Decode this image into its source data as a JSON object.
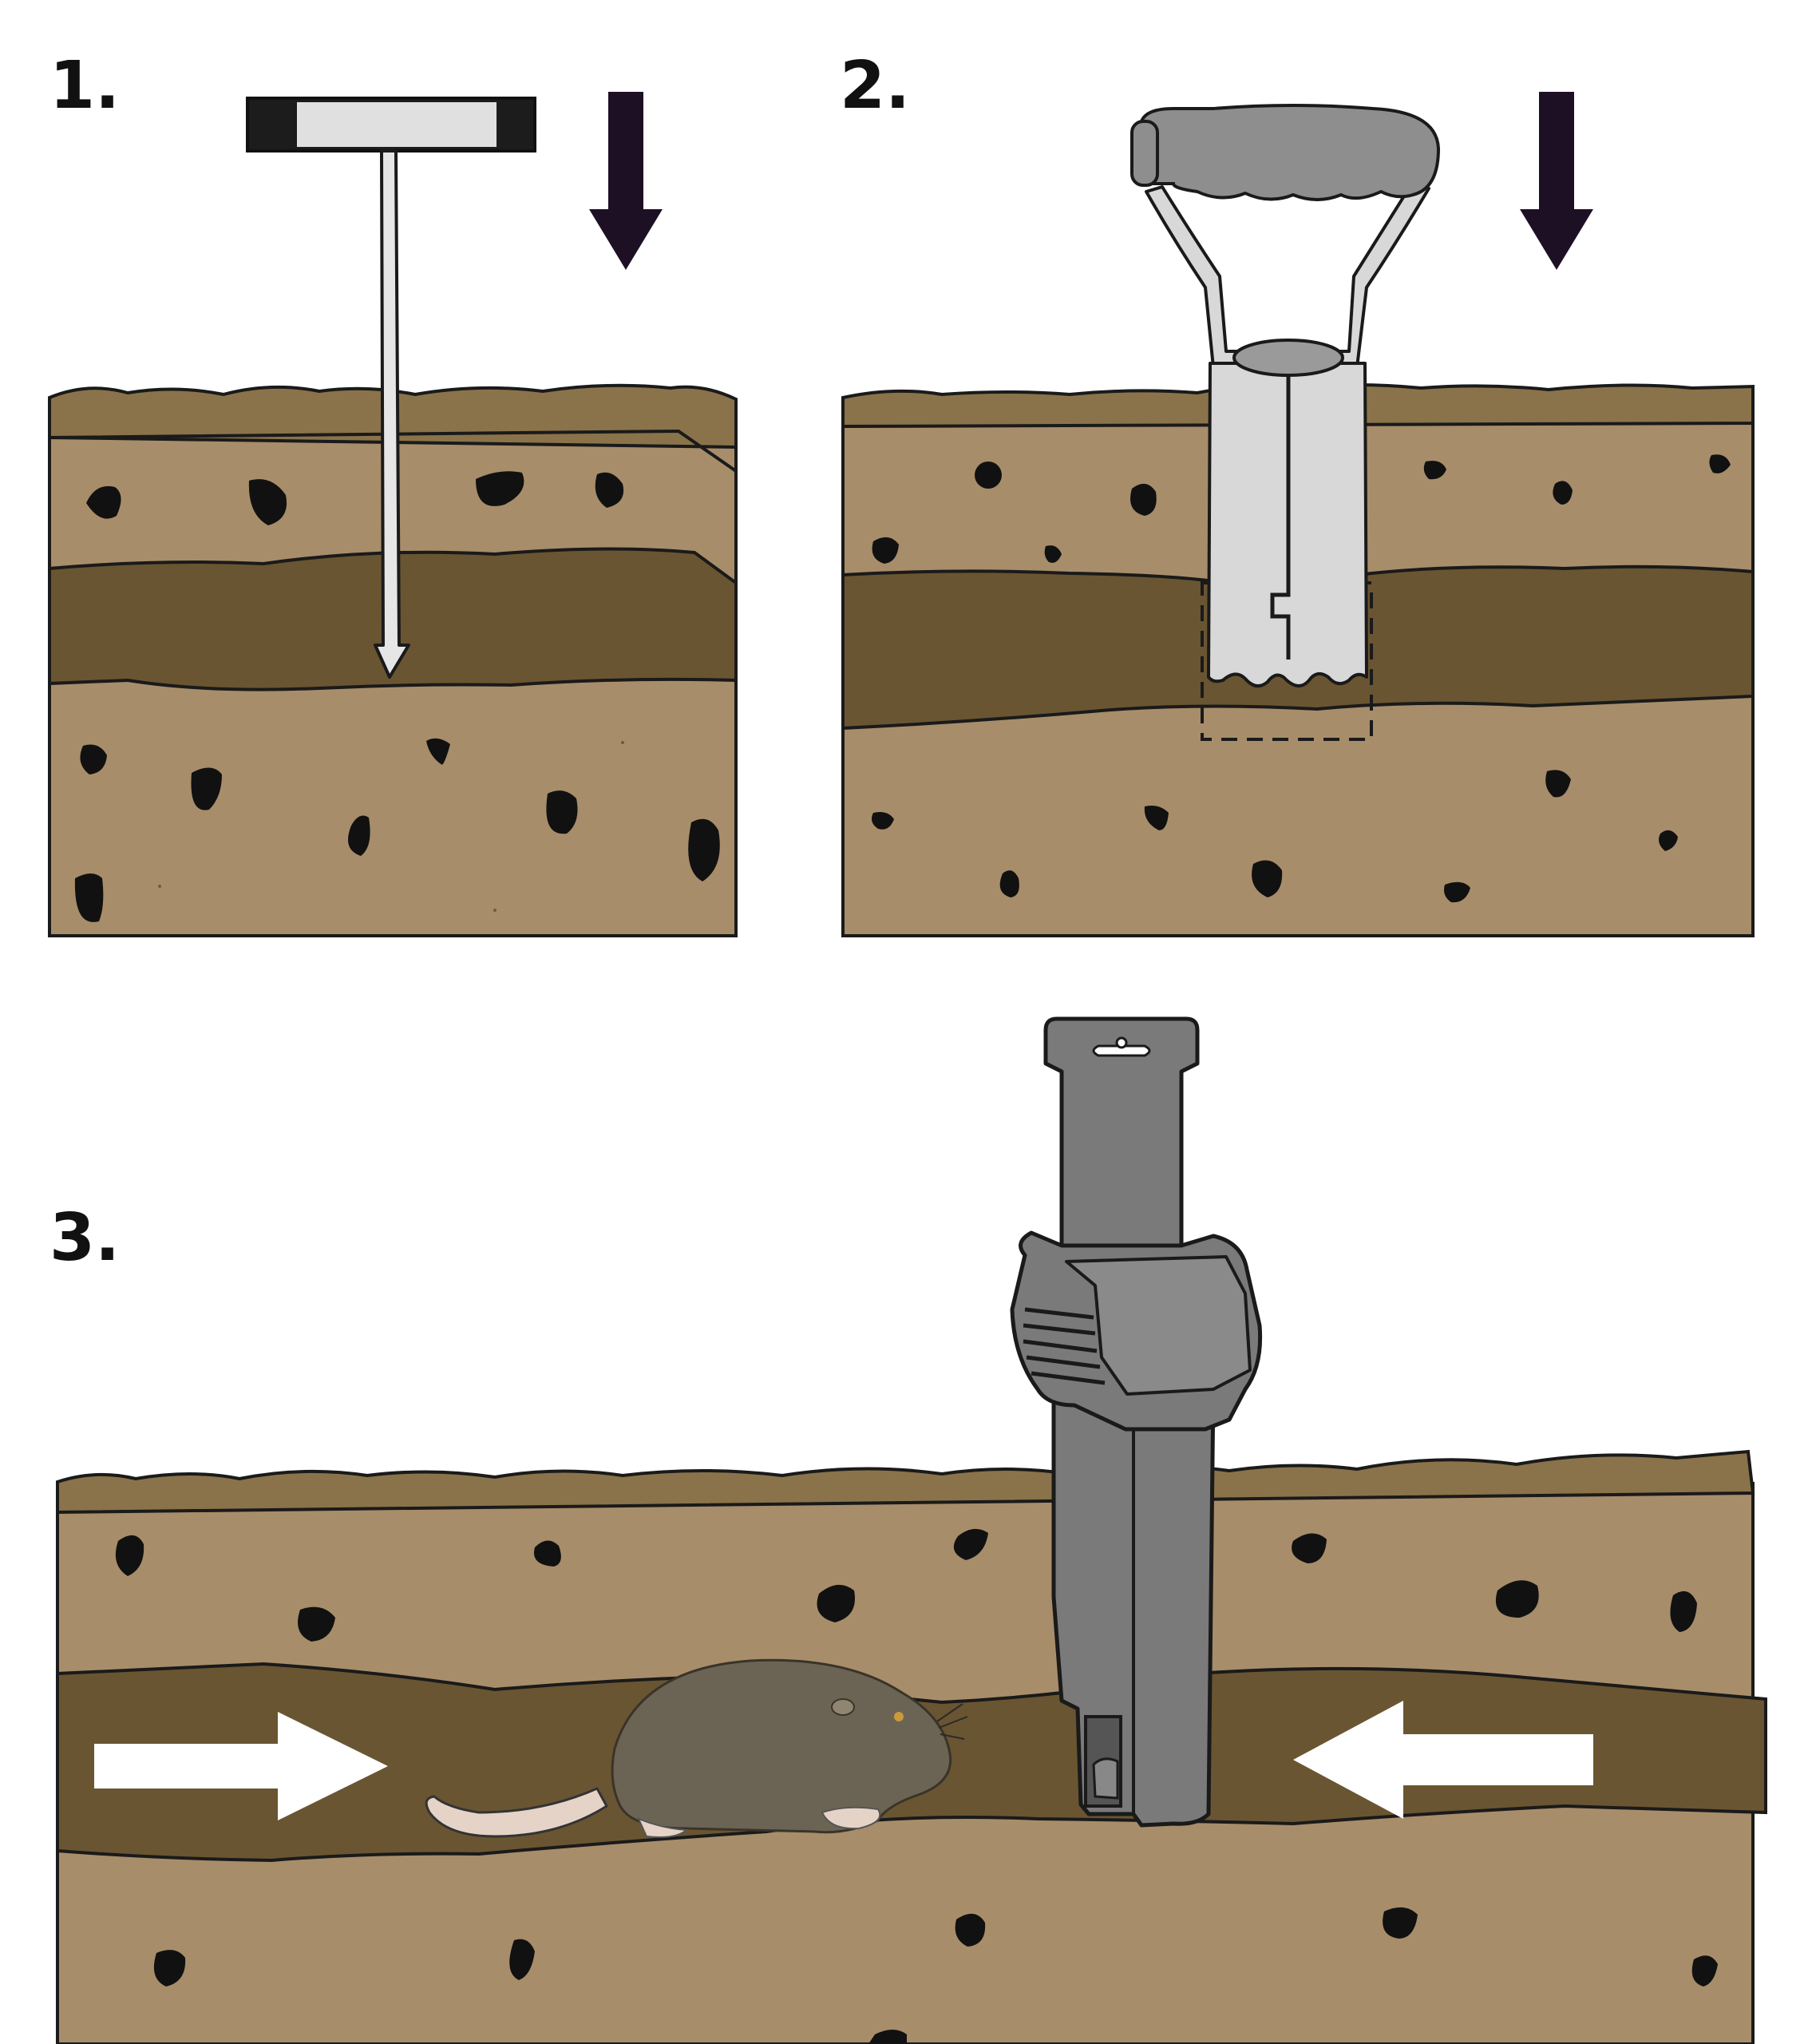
{
  "steps": [
    {
      "label": "1."
    },
    {
      "label": "2."
    },
    {
      "label": "3."
    }
  ],
  "colors": {
    "topsoil": "#8a734a",
    "soil": "#a88d6a",
    "burrow": "#6a5532",
    "rock": "#111111",
    "outline": "#1a1a1a",
    "probe_handle_dark": "#1c1c1c",
    "probe_handle_light": "#e0e0e0",
    "probe_rod": "#e6e6e6",
    "press_arrow": "#1e1024",
    "corer_metal": "#d8d8d8",
    "corer_grip": "#8e8e8e",
    "trap_body": "#7a7a7a",
    "trap_dark": "#555555",
    "flow_arrow": "#ffffff",
    "gopher_fur": "#6b6455",
    "gopher_tail": "#e6d3c8"
  },
  "icons": {
    "step1": [
      "t-probe-icon",
      "push-down-arrow-icon"
    ],
    "step2": [
      "tube-corer-icon",
      "push-down-arrow-icon"
    ],
    "step3": [
      "burrow-trap-icon",
      "gopher-icon",
      "right-arrow-icon",
      "left-arrow-icon"
    ]
  }
}
